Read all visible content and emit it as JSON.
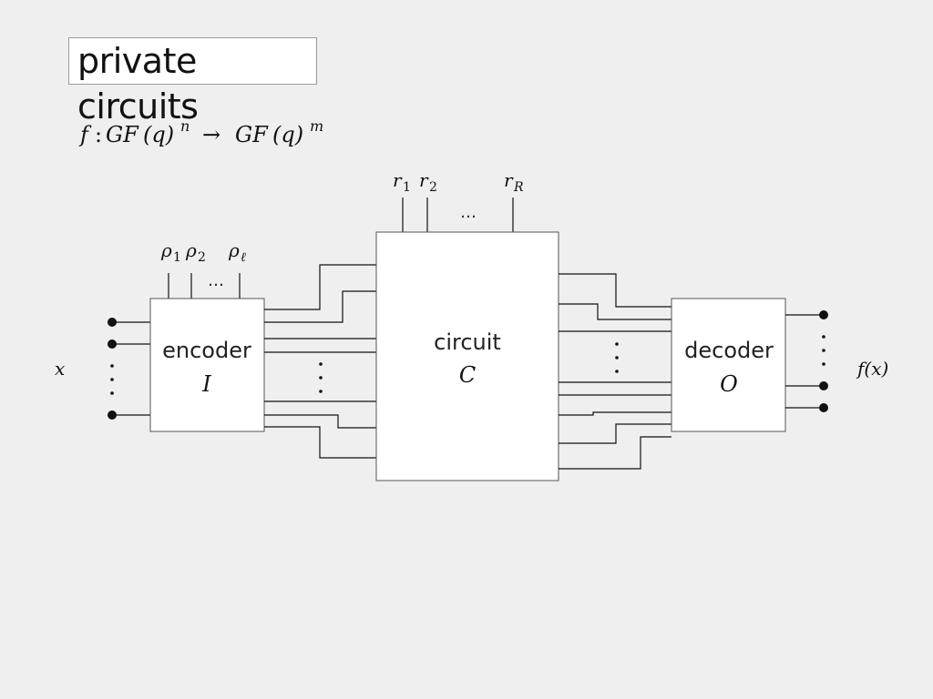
{
  "title": "private circuits",
  "formula": {
    "f": "f",
    "colon": ":",
    "gf1": "GF",
    "q1": "(q)",
    "n": "n",
    "arrow": "→",
    "gf2": "GF",
    "q2": "(q)",
    "m": "m"
  },
  "encoder": {
    "name": "encoder",
    "symbol": "I"
  },
  "circuit": {
    "name": "circuit",
    "symbol": "C"
  },
  "decoder": {
    "name": "decoder",
    "symbol": "O"
  },
  "input_label": "x",
  "output_label": "f(x)",
  "rho_labels": [
    {
      "sym": "ρ",
      "sub": "1"
    },
    {
      "sym": "ρ",
      "sub": "2"
    },
    {
      "sym": "ρ",
      "sub": "ℓ"
    }
  ],
  "r_labels": [
    {
      "sym": "r",
      "sub": "1"
    },
    {
      "sym": "r",
      "sub": "2"
    },
    {
      "sym": "r",
      "sub": "R"
    }
  ],
  "ellipsis": "…"
}
